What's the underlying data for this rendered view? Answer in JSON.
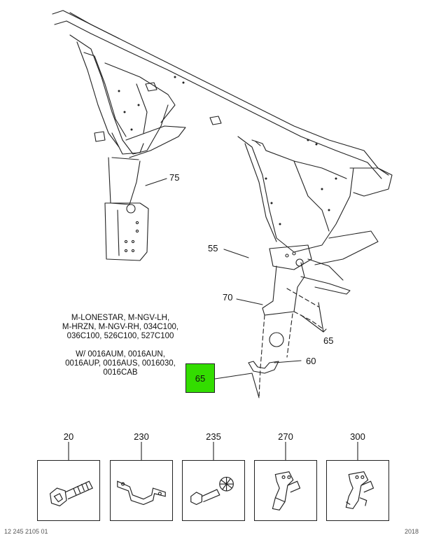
{
  "callouts": {
    "c75": "75",
    "c55": "55",
    "c70": "70",
    "c65": "65",
    "c60": "60",
    "highlight": "65"
  },
  "note": {
    "lines1": [
      "M-LONESTAR, M-NGV-LH,",
      "M-HRZN, M-NGV-RH, 034C100,",
      "036C100, 526C100, 527C100"
    ],
    "lines2": [
      "W/ 0016AUM, 0016AUN,",
      "0016AUP, 0016AUS, 0016030,",
      "0016CAB"
    ]
  },
  "thumbnails": [
    {
      "label": "20",
      "icon": "bolt-icon"
    },
    {
      "label": "230",
      "icon": "clamp-icon"
    },
    {
      "label": "235",
      "icon": "bolt-washer-icon"
    },
    {
      "label": "270",
      "icon": "bracket-icon"
    },
    {
      "label": "300",
      "icon": "bracket-assembly-icon"
    }
  ],
  "footer": {
    "left": "12 245 2105 01",
    "right": "2018"
  },
  "colors": {
    "highlight": "#33dd00",
    "line": "#222222"
  }
}
